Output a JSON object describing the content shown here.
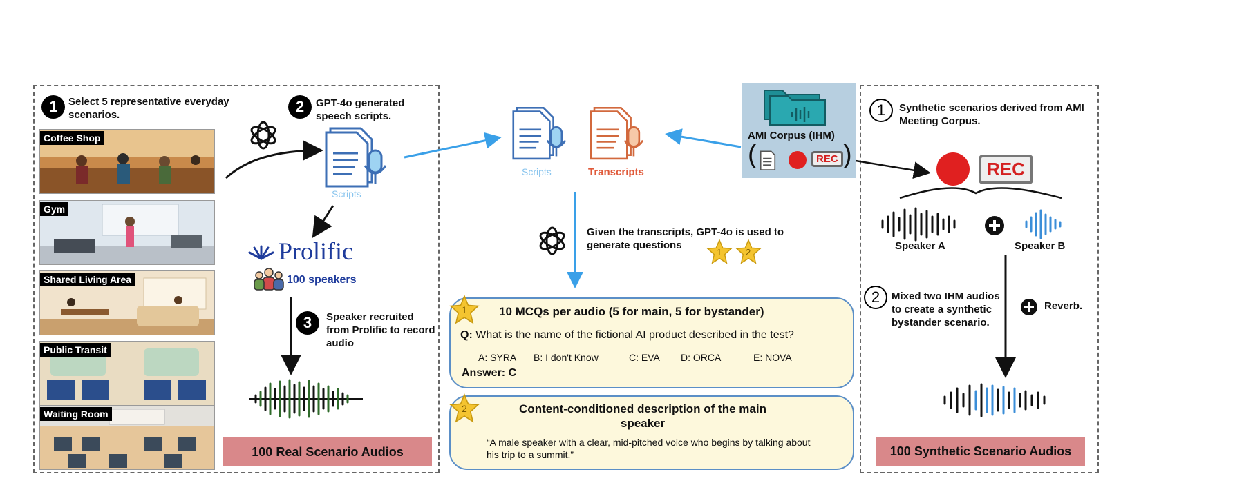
{
  "left_panel": {
    "step1_num": "1",
    "step1_text": "Select 5 representative everyday scenarios.",
    "scenes": [
      "Coffee Shop",
      "Gym",
      "Shared Living Area",
      "Public Transit",
      "Waiting Room"
    ],
    "step2_num": "2",
    "step2_text": "GPT-4o generated speech scripts.",
    "scripts_label": "Scripts",
    "prolific_logo": "Prolific",
    "speakers_label": "100 speakers",
    "step3_num": "3",
    "step3_text": "Speaker recruited from Prolific to record audio",
    "band_label": "100 Real Scenario Audios"
  },
  "middle": {
    "scripts_label": "Scripts",
    "transcripts_label": "Transcripts",
    "ami_label": "AMI Corpus (IHM)",
    "rec_label": "REC",
    "generate_text": "Given the transcripts, GPT-4o is used to generate questions",
    "star1": "1",
    "star2": "2",
    "mcq_title": "10 MCQs per audio (5 for main, 5 for bystander)",
    "q_prefix": "Q:",
    "question": "What is the name of the fictional AI product described in the test?",
    "options": [
      "A: SYRA",
      "B: I don't Know",
      "C: EVA",
      "D: ORCA",
      "E: NOVA"
    ],
    "answer": "Answer: C",
    "desc_title": "Content-conditioned description of the main speaker",
    "desc_text": "“A male speaker with a clear, mid-pitched voice who begins by talking about his trip to a summit.”"
  },
  "right_panel": {
    "step1_num": "1",
    "step1_text": "Synthetic scenarios derived from AMI Meeting Corpus.",
    "rec_label": "REC",
    "speaker_a": "Speaker A",
    "speaker_b": "Speaker B",
    "step2_num": "2",
    "step2_text": "Mixed two IHM audios to create a synthetic bystander scenario.",
    "reverb_label": "Reverb.",
    "band_label": "100 Synthetic Scenario Audios"
  },
  "colors": {
    "band": "#d9888a",
    "arrow_blue": "#3aa0e8",
    "doc_blue": "#3d6fb5",
    "doc_orange": "#d2693d",
    "prolific_blue": "#1f3c9c",
    "box_fill": "#fdf8dc",
    "box_border": "#5b8fc7",
    "wave_green": "#2f6b2a",
    "wave_blue": "#3b8ed8",
    "ami_bg": "#b7cfe0",
    "star": "#f4c430"
  }
}
